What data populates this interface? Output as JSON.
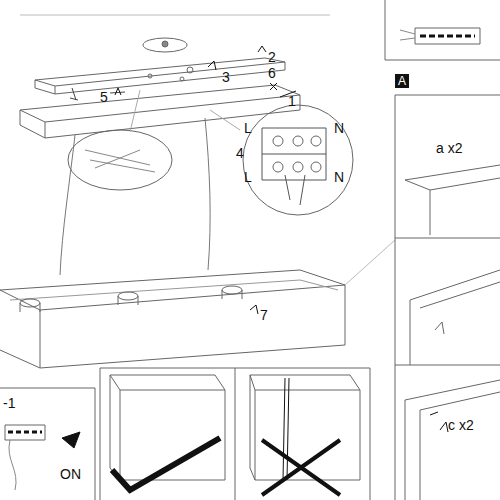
{
  "diagram": {
    "nodes": [
      {
        "text": [
          "A"
        ]
      }
    ],
    "labels": [
      "2",
      "3",
      "6",
      "5",
      "1",
      "L",
      "N",
      "4",
      "L",
      "N",
      "7",
      "a x2",
      "c x2",
      "-1",
      "ON"
    ]
  }
}
